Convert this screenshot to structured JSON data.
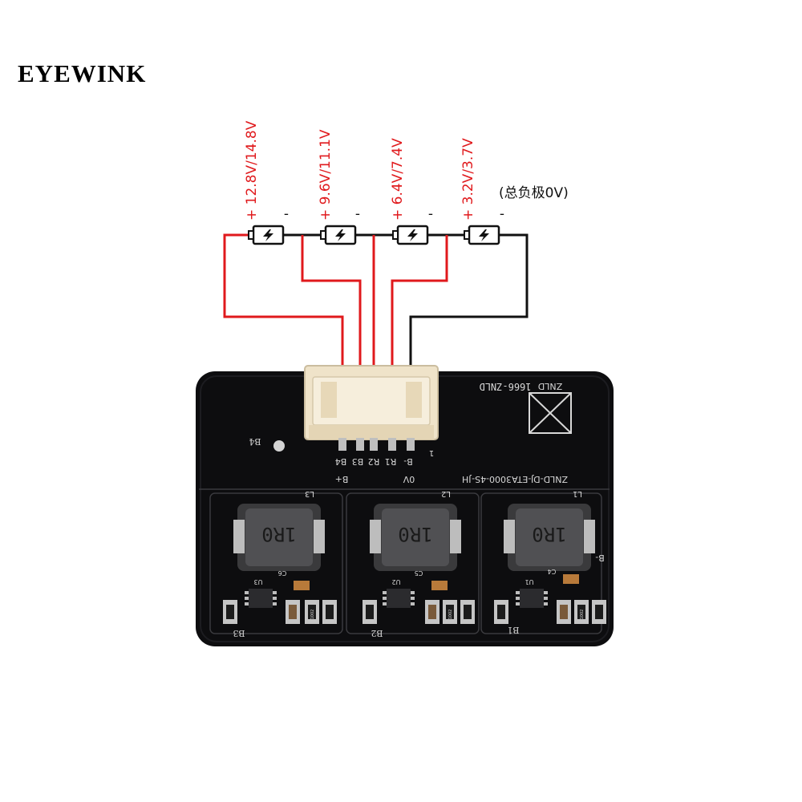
{
  "brand": "EYEWINK",
  "cells": [
    {
      "voltage": "+ 12.8V/14.8V",
      "minus": "-",
      "icon": "battery-cell-icon"
    },
    {
      "voltage": "+ 9.6V/11.1V",
      "minus": "-",
      "icon": "battery-cell-icon"
    },
    {
      "voltage": "+ 6.4V/7.4V",
      "minus": "-",
      "icon": "battery-cell-icon"
    },
    {
      "voltage": "+ 3.2V/3.7V",
      "minus": "-",
      "icon": "battery-cell-icon"
    }
  ],
  "negative_label": "(总负极0V)",
  "board": {
    "top_silk": "1666-ZNLD",
    "logo_text": "ZNLD",
    "b4": "B4",
    "pin_one": "1",
    "pins": [
      "B4",
      "B3",
      "R2",
      "R1",
      "B-"
    ],
    "bplus": "B+",
    "zero_v": "0V",
    "model": "ZNLD-DJ-ETA3000-4S-JH",
    "inductor_labels": [
      "L3",
      "L2",
      "L1"
    ],
    "inductor_code": "1R0",
    "chip_labels": [
      "U3",
      "U2",
      "U1"
    ],
    "cap_labels": [
      "C6",
      "C5",
      "C4"
    ],
    "resistor_code": "1002",
    "bottom_labels": [
      "B3",
      "B2",
      "B1"
    ],
    "bminus_right": "B-"
  },
  "colors": {
    "wire_red": "#e0191c",
    "wire_black": "#111111",
    "pcb": "#0d0d0f",
    "silk": "#d8d8d8",
    "connector": "#efe3c9"
  }
}
